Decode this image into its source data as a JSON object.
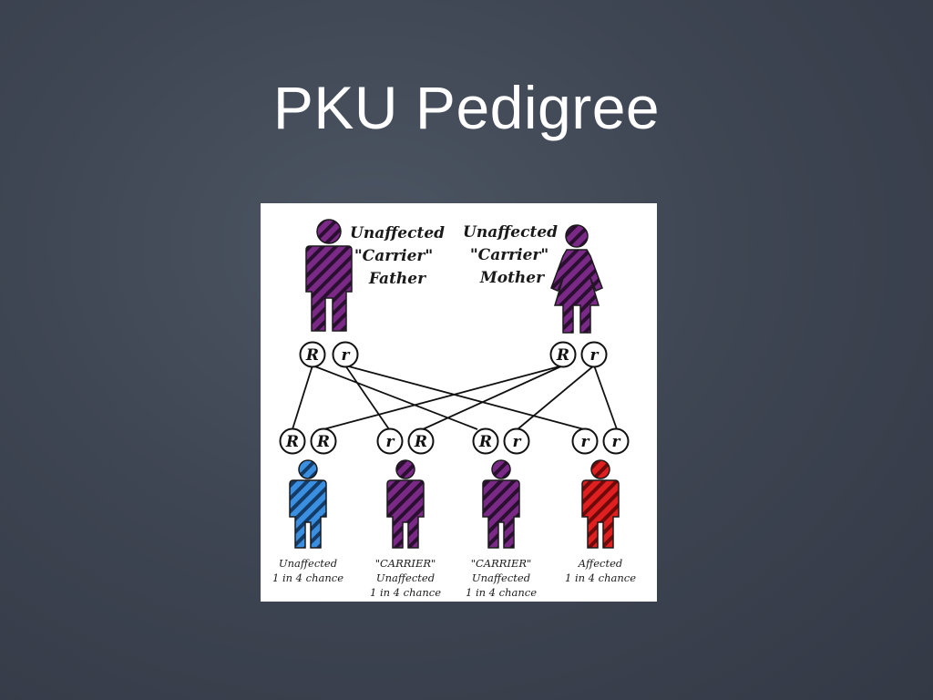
{
  "slide": {
    "title": "PKU Pedigree"
  },
  "colors": {
    "carrier": "#7a2a86",
    "unaffected": "#3a8fe0",
    "affected": "#e02020",
    "stripe": "#2a0f30"
  },
  "parents": {
    "father": {
      "lines": [
        "Unaffected",
        "\"Carrier\"",
        "Father"
      ],
      "alleles": [
        "R",
        "r"
      ]
    },
    "mother": {
      "lines": [
        "Unaffected",
        "\"Carrier\"",
        "Mother"
      ],
      "alleles": [
        "R",
        "r"
      ]
    }
  },
  "offspring": [
    {
      "alleles": [
        "R",
        "R"
      ],
      "status": "unaffected",
      "lines": [
        "Unaffected",
        "1 in 4 chance"
      ]
    },
    {
      "alleles": [
        "r",
        "R"
      ],
      "status": "carrier",
      "lines": [
        "\"CARRIER\"",
        "Unaffected",
        "1 in 4 chance"
      ]
    },
    {
      "alleles": [
        "R",
        "r"
      ],
      "status": "carrier",
      "lines": [
        "\"CARRIER\"",
        "Unaffected",
        "1 in 4 chance"
      ]
    },
    {
      "alleles": [
        "r",
        "r"
      ],
      "status": "affected",
      "lines": [
        "Affected",
        "1 in 4 chance"
      ]
    }
  ]
}
